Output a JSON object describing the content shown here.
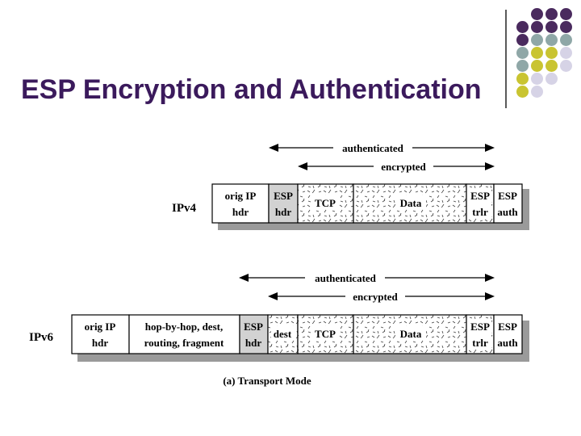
{
  "slide": {
    "title": "ESP Encryption and Authentication"
  },
  "colors": {
    "title": "#3b1a5c",
    "dot_purple": "#4a2a5e",
    "dot_teal": "#8fa7a7",
    "dot_yellow": "#c9c431",
    "dot_lavender": "#d6d3e6",
    "shadow": "#9a9a9a",
    "esp_header_fill": "#d2d2d2"
  },
  "diagram": {
    "ipv4": {
      "label": "IPv4",
      "authenticated_label": "authenticated",
      "encrypted_label": "encrypted",
      "fields": [
        {
          "line1": "orig IP",
          "line2": "hdr",
          "fill": "white"
        },
        {
          "line1": "ESP",
          "line2": "hdr",
          "fill": "gray"
        },
        {
          "line1": "TCP",
          "line2": "",
          "fill": "pattern"
        },
        {
          "line1": "Data",
          "line2": "",
          "fill": "pattern"
        },
        {
          "line1": "ESP",
          "line2": "trlr",
          "fill": "pattern"
        },
        {
          "line1": "ESP",
          "line2": "auth",
          "fill": "white"
        }
      ]
    },
    "ipv6": {
      "label": "IPv6",
      "authenticated_label": "authenticated",
      "encrypted_label": "encrypted",
      "fields": [
        {
          "line1": "orig IP",
          "line2": "hdr",
          "fill": "white"
        },
        {
          "line1": "hop-by-hop, dest,",
          "line2": "routing, fragment",
          "fill": "white"
        },
        {
          "line1": "ESP",
          "line2": "hdr",
          "fill": "gray"
        },
        {
          "line1": "dest",
          "line2": "",
          "fill": "pattern"
        },
        {
          "line1": "TCP",
          "line2": "",
          "fill": "pattern"
        },
        {
          "line1": "Data",
          "line2": "",
          "fill": "pattern"
        },
        {
          "line1": "ESP",
          "line2": "trlr",
          "fill": "pattern"
        },
        {
          "line1": "ESP",
          "line2": "auth",
          "fill": "white"
        }
      ]
    },
    "caption": "(a) Transport Mode"
  }
}
